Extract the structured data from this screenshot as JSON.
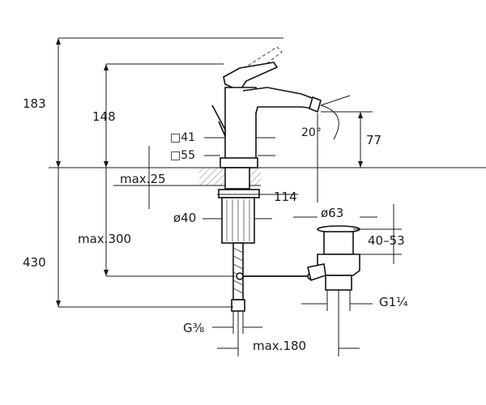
{
  "dimensions": {
    "total_height": "183",
    "spout_height": "148",
    "body_width": "□41",
    "base_width": "□55",
    "max_deck": "max.25",
    "reach": "114",
    "angle": "20°",
    "outlet_height": "77",
    "shank_diameter": "ø40",
    "flange_diameter": "ø63",
    "waste_range": "40–53",
    "waste_thread": "G1¼",
    "hose_length": "max.300",
    "below_deck": "430",
    "connection_thread": "G⅜",
    "rod_length": "max.180"
  },
  "colors": {
    "line": "#1a1a1a",
    "background": "#ffffff",
    "hatch": "#555555"
  }
}
